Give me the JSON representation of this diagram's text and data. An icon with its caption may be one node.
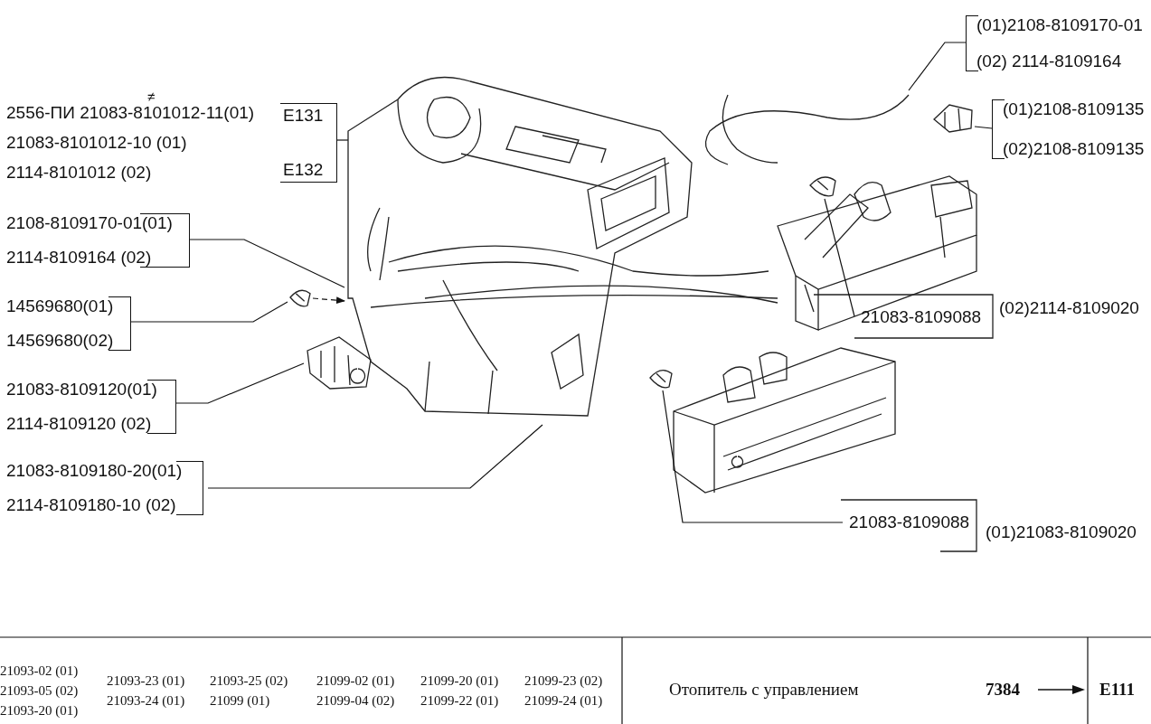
{
  "diagram": {
    "title": "Отопитель с управлением",
    "nodes": [
      {
        "text": [
          "2556-ПИ 21083-8101012-11(01)",
          "21083-8101012-10 (01)",
          "2114-8101012 (02)"
        ],
        "beside": [
          "E131",
          "E132"
        ]
      },
      {
        "text": [],
        "shape": "picture"
      },
      {
        "text": [
          "2108-8109170-01(01)",
          "2114-8109164 (02)"
        ]
      },
      {
        "text": [
          "14569680(01)",
          "14569680(02)"
        ]
      },
      {
        "text": [],
        "shape": "picture"
      },
      {
        "text": [
          "21083-8109120(01)",
          "2114-8109120 (02)"
        ]
      },
      {
        "text": [],
        "shape": "picture"
      },
      {
        "text": [
          "21083-8109180-20(01)",
          "2114-8109180-10 (02)"
        ]
      },
      {
        "text": [
          "(01)2108-8109170-01",
          "(02) 2114-8109164"
        ]
      },
      {
        "text": [],
        "shape": "picture"
      },
      {
        "text": [
          "(01)2108-8109135",
          "(02)2108-8109135"
        ]
      },
      {
        "text": [],
        "shape": "picture"
      },
      {
        "text": [
          "21083-8109088"
        ]
      },
      {
        "text": [],
        "shape": "picture"
      },
      {
        "text": [],
        "shape": "picture"
      },
      {
        "text": [
          "21083-8109088"
        ]
      }
    ],
    "edges": [
      {
        "from": 0,
        "to": 1,
        "arrow": "none"
      },
      {
        "from": 2,
        "to": 1,
        "arrow": "none"
      },
      {
        "from": 3,
        "to": 4,
        "arrow": "none"
      },
      {
        "from": 4,
        "to": 1,
        "arrow": "to",
        "style": "dashed"
      },
      {
        "from": 5,
        "to": 6,
        "arrow": "none"
      },
      {
        "from": 7,
        "to": 1,
        "arrow": "none"
      },
      {
        "from": 8,
        "to": 9,
        "arrow": "none"
      },
      {
        "from": 10,
        "to": 11,
        "arrow": "none"
      },
      {
        "from": 12,
        "to": 13,
        "arrow": "none"
      },
      {
        "from": 15,
        "to": 14,
        "arrow": "none"
      }
    ],
    "labels": [
      "≠",
      "(02)2114-8109020",
      "(01)21083-8109020",
      "21093-02 (01)",
      "21093-05 (02)",
      "21093-20 (01)",
      "21093-23 (01)",
      "21093-24 (01)",
      "21093-25 (02)",
      "21099 (01)",
      "21099-02 (01)",
      "21099-04 (02)",
      "21099-20 (01)",
      "21099-22 (01)",
      "21099-23 (02)",
      "21099-24 (01)",
      "7384",
      "E111"
    ]
  }
}
